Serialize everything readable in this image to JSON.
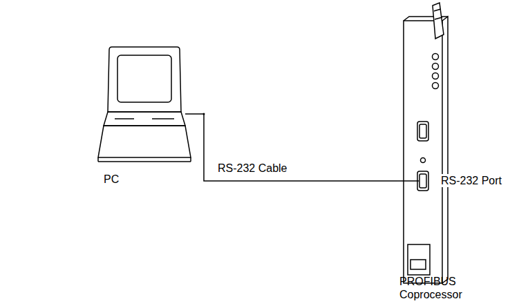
{
  "diagram": {
    "nodes": [
      {
        "text": [
          "PC"
        ]
      },
      {
        "text": [
          "PROFIBUS Coprocessor"
        ]
      }
    ],
    "edges": [
      {
        "from": 0,
        "to": 1,
        "arrow": "none",
        "label": "RS-232 Cable"
      }
    ],
    "labels": [
      "RS-232 Port"
    ]
  }
}
